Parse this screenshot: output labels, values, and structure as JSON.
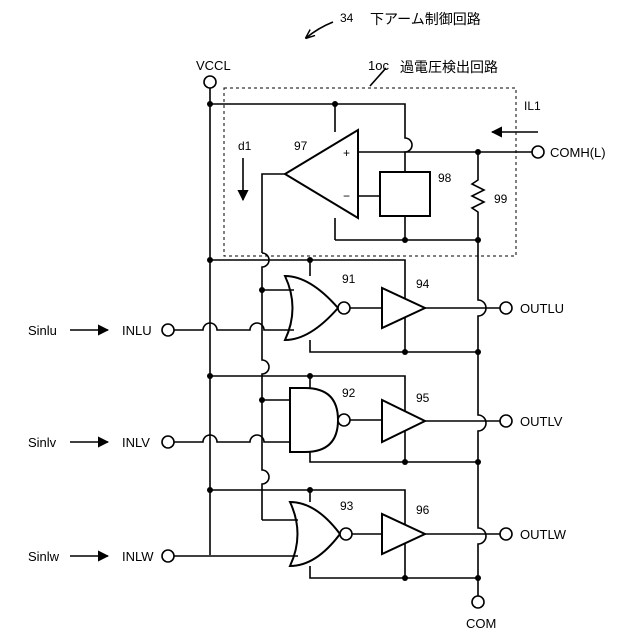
{
  "title": {
    "ref": "34",
    "name": "下アーム制御回路"
  },
  "detector": {
    "ref": "1oc",
    "name": "過電圧検出回路",
    "direction_label": "d1",
    "current_label": "IL1"
  },
  "supply": {
    "vccl": "VCCL",
    "com": "COM",
    "comh": "COMH(L)"
  },
  "components": {
    "comparator": "97",
    "reference": "98",
    "resistor": "99",
    "nor_u": "91",
    "nor_v": "92",
    "nor_w": "93",
    "buf_u": "94",
    "buf_v": "95",
    "buf_w": "96",
    "plus": "+",
    "minus": "−"
  },
  "inputs": [
    {
      "signal": "Sinlu",
      "arrow": "⟶",
      "terminal": "INLU"
    },
    {
      "signal": "Sinlv",
      "arrow": "⟶",
      "terminal": "INLV"
    },
    {
      "signal": "Sinlw",
      "arrow": "⟶",
      "terminal": "INLW"
    }
  ],
  "outputs": [
    "OUTLU",
    "OUTLV",
    "OUTLW"
  ],
  "icons": {
    "title_arrow": "leader-arrow-icon",
    "direction_arrow": "down-arrow-icon",
    "current_arrow": "left-arrow-icon"
  }
}
